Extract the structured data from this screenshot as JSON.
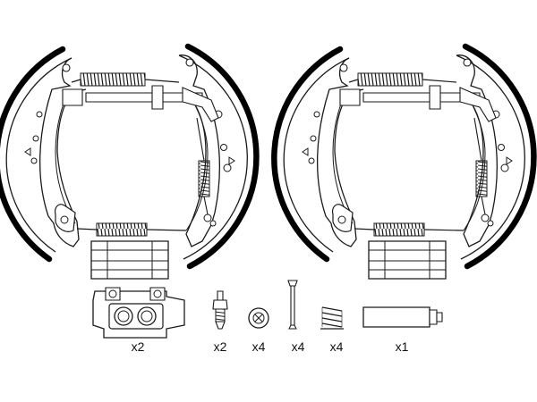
{
  "colors": {
    "line": "#1a1a1a",
    "lining": "#000000",
    "background": "#ffffff"
  },
  "parts": [
    {
      "icon": "wheel-cylinder-icon",
      "quantity": "x2"
    },
    {
      "icon": "bleed-screw-icon",
      "quantity": "x2"
    },
    {
      "icon": "retaining-cup-icon",
      "quantity": "x4"
    },
    {
      "icon": "hold-down-pin-icon",
      "quantity": "x4"
    },
    {
      "icon": "hold-down-spring-icon",
      "quantity": "x4"
    },
    {
      "icon": "grease-tube-icon",
      "quantity": "x1"
    }
  ]
}
